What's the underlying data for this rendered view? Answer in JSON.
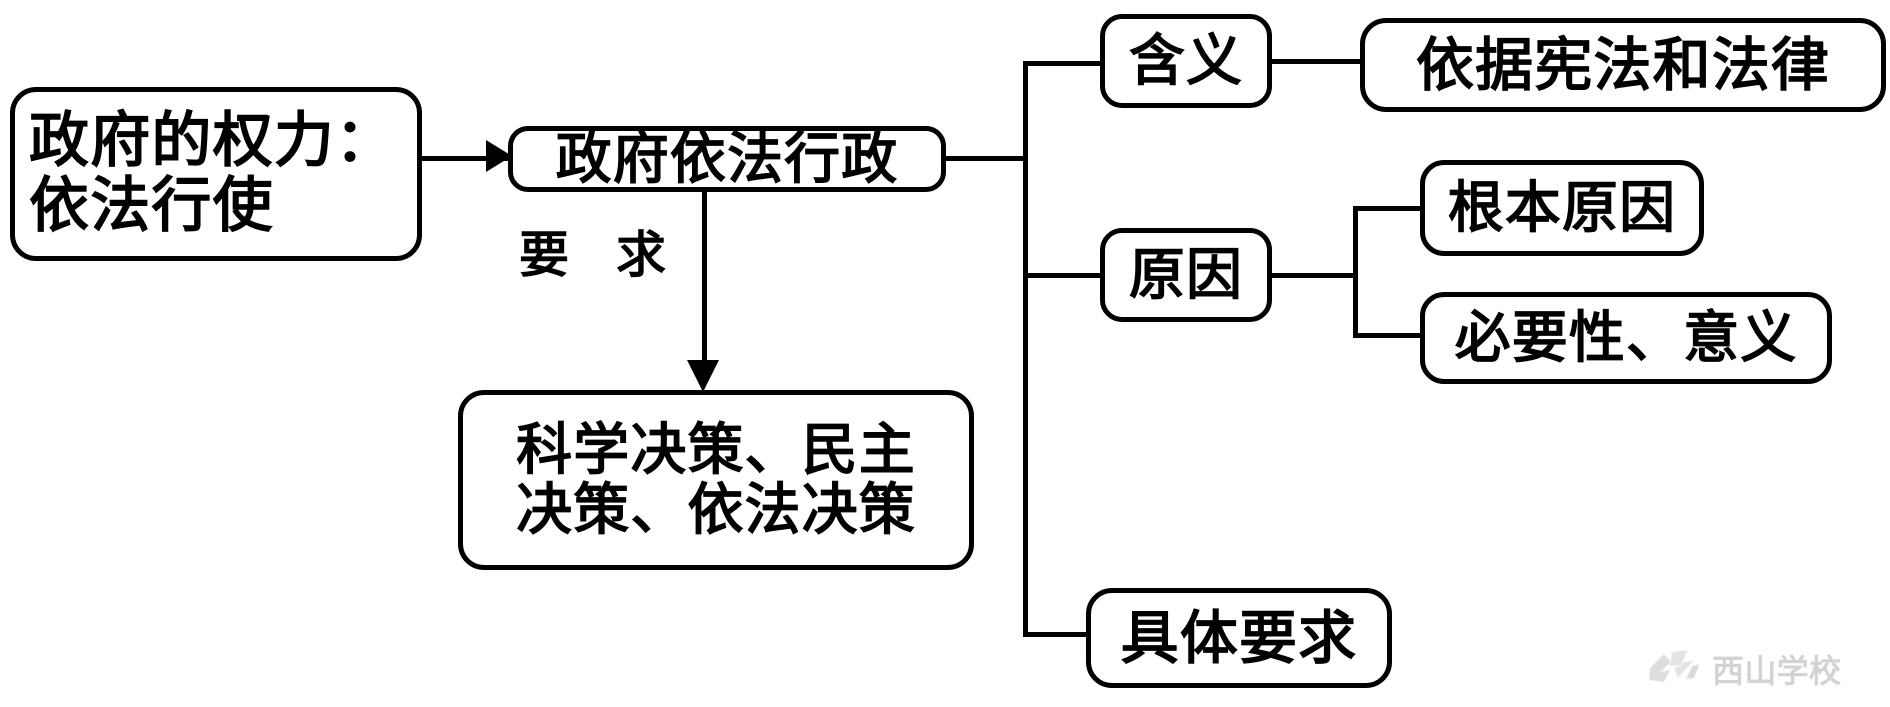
{
  "diagram": {
    "type": "mind-map",
    "title": "政府的权力：依法行使",
    "colors": {
      "stroke": "#000000",
      "background": "#ffffff",
      "watermark": "#b9b9b9"
    },
    "nodes": {
      "root": "政府的权力：\n依法行使",
      "admin": "政府依法行政",
      "decisions": "科学决策、民主\n决策、依法决策",
      "meaning": "含义",
      "basis": "依据宪法和法律",
      "reason": "原因",
      "root_cause": "根本原因",
      "necessity": "必要性、意义",
      "requirements": "具体要求"
    },
    "edge_labels": {
      "require_first": "要",
      "require_second": "求",
      "require_full": "要 求"
    }
  },
  "watermark": {
    "text": "西山学校",
    "logo_name": "xishan-school-logo"
  }
}
